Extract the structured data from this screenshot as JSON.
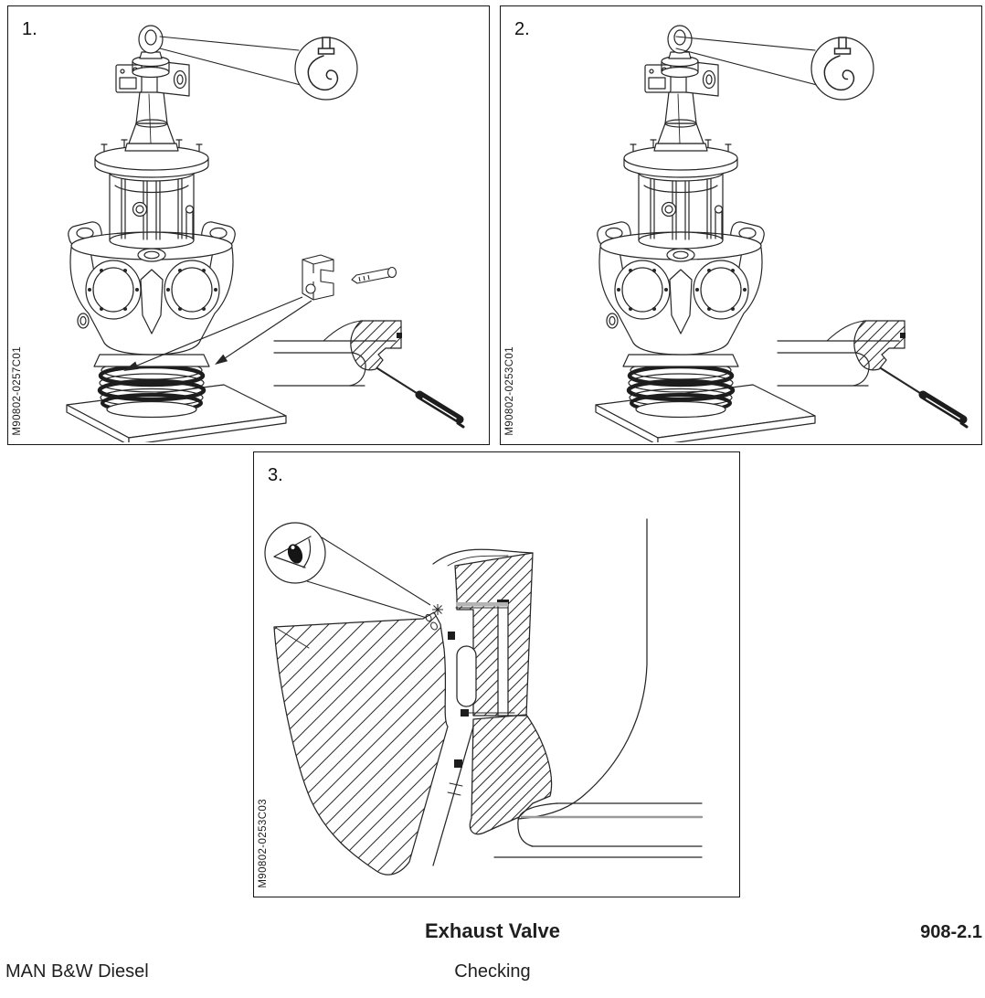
{
  "colors": {
    "ink": "#262626",
    "paper": "#ffffff",
    "seat_gray": "#b4b4b4",
    "tool_dark": "#1d1d1d"
  },
  "panels": [
    {
      "number": "1.",
      "code": "M90802-0257C01"
    },
    {
      "number": "2.",
      "code": "M90802-0253C01"
    },
    {
      "number": "3.",
      "code": "M90802-0253C03"
    }
  ],
  "footer": {
    "title": "Exhaust Valve",
    "subtitle": "Checking",
    "company": "MAN B&W Diesel",
    "section": "908-2.1"
  },
  "icons": {
    "hook": "crane-hook-icon",
    "eye": "inspection-eye-icon",
    "leak": "leak-spray-icon"
  }
}
